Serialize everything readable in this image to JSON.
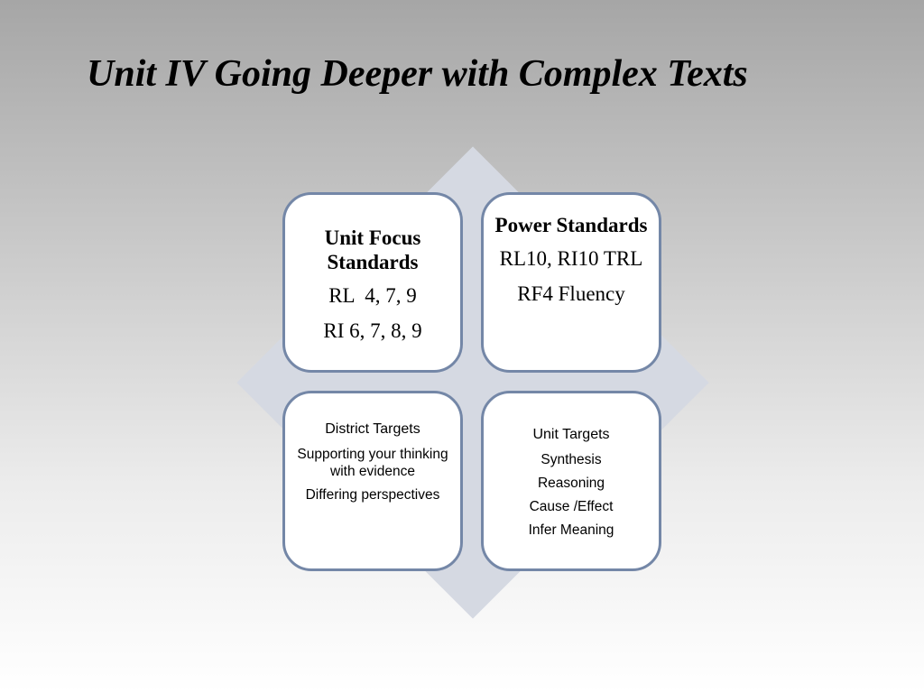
{
  "title": "Unit IV Going Deeper with Complex Texts",
  "boxes": {
    "unit_focus": {
      "heading": "Unit Focus Standards",
      "lines": [
        "RL  4, 7, 9",
        "RI 6, 7, 8, 9"
      ]
    },
    "power": {
      "heading": "Power Standards",
      "lines": [
        "RL10, RI10 TRL",
        "RF4 Fluency"
      ]
    },
    "district": {
      "heading": "District Targets",
      "lines": [
        "Supporting your thinking with evidence",
        "Differing perspectives"
      ]
    },
    "unit_targets": {
      "heading": "Unit Targets",
      "lines": [
        "Synthesis",
        "Reasoning",
        "Cause /Effect",
        "Infer Meaning"
      ]
    }
  },
  "colors": {
    "box_border": "#7487a7",
    "diamond": "#d5d9e2"
  }
}
